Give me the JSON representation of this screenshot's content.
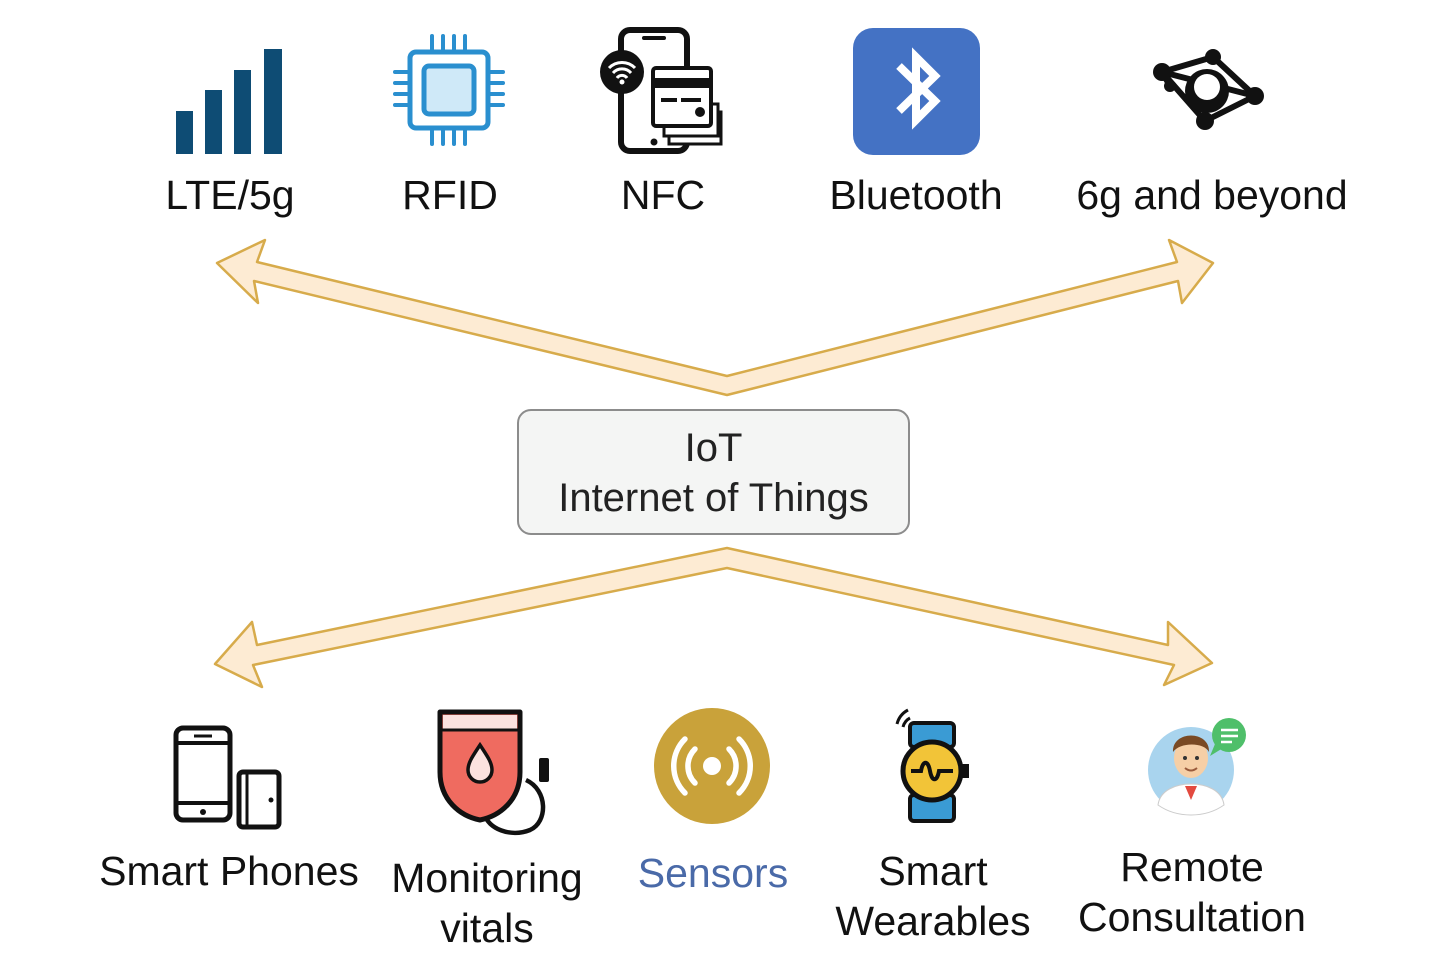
{
  "top_items": [
    {
      "label": "LTE/5g"
    },
    {
      "label": "RFID"
    },
    {
      "label": "NFC"
    },
    {
      "label": "Bluetooth"
    },
    {
      "label": "6g and beyond"
    }
  ],
  "center": {
    "line1": "IoT",
    "line2": "Internet of Things"
  },
  "bottom_items": [
    {
      "label_lines": [
        "Smart Phones"
      ]
    },
    {
      "label_lines": [
        "Monitoring",
        "vitals"
      ]
    },
    {
      "label_lines": [
        "Sensors"
      ]
    },
    {
      "label_lines": [
        "Smart",
        "Wearables"
      ]
    },
    {
      "label_lines": [
        "Remote",
        "Consultation"
      ]
    }
  ],
  "colors": {
    "arrow_fill": "#fdebd3",
    "arrow_stroke": "#d7ab4b",
    "signal_bars": "#0e4c74",
    "chip": "#2a8fcf",
    "bluetooth_bg": "#4472c4",
    "sensors_text": "#4a6aa8",
    "sensor_gold": "#c9a23a",
    "vitals_red": "#ef6b60"
  }
}
